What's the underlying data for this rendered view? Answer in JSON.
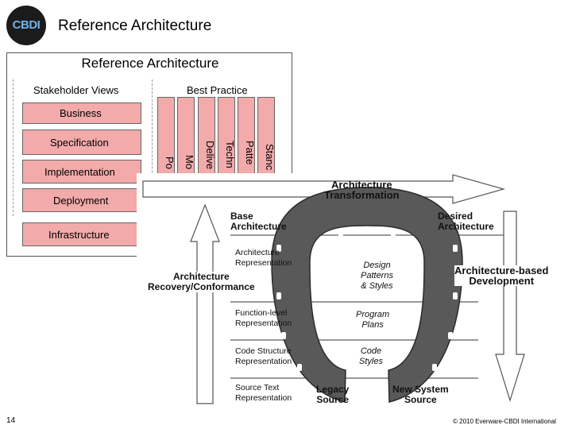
{
  "header": {
    "logo_text": "CBDI",
    "title": "Reference Architecture"
  },
  "reference_architecture": {
    "title": "Reference Architecture",
    "stakeholder_views_label": "Stakeholder Views",
    "best_practice_label": "Best Practice",
    "layers": [
      "Business",
      "Specification",
      "Implementation",
      "Deployment",
      "Infrastructure"
    ],
    "best_practice_columns": [
      "Policies",
      "Models",
      "Delivery",
      "Technology",
      "Patterns",
      "Standards"
    ],
    "best_practice_visible": [
      "Po",
      "Mo",
      "Delive",
      "Techn",
      "Patte",
      "Stanc"
    ]
  },
  "horseshoe": {
    "architecture_transformation": [
      "Architecture",
      "Transformation"
    ],
    "base_architecture": [
      "Base",
      "Architecture"
    ],
    "desired_architecture": [
      "Desired",
      "Architecture"
    ],
    "architecture_representation": [
      "Architecture",
      "Representation"
    ],
    "architecture_recovery": [
      "Architecture",
      "Recovery/Conformance"
    ],
    "architecture_based_development": [
      "Architecture-based",
      "Development"
    ],
    "design_patterns": [
      "Design",
      "Patterns",
      "& Styles"
    ],
    "function_level": [
      "Function-level",
      "Representation"
    ],
    "program_plans": [
      "Program",
      "Plans"
    ],
    "code_structure": [
      "Code Structure",
      "Representation"
    ],
    "code_styles": [
      "Code",
      "Styles"
    ],
    "source_text": [
      "Source Text",
      "Representation"
    ],
    "legacy_source": [
      "Legacy",
      "Source"
    ],
    "new_system_source": [
      "New System",
      "Source"
    ]
  },
  "footer": {
    "page_number": "14",
    "copyright": "© 2010 Everware-CBDI International"
  },
  "colors": {
    "layer_fill": "#f2aaaa",
    "horseshoe_fill": "#595959",
    "logo_blue": "#6fb3e8"
  }
}
